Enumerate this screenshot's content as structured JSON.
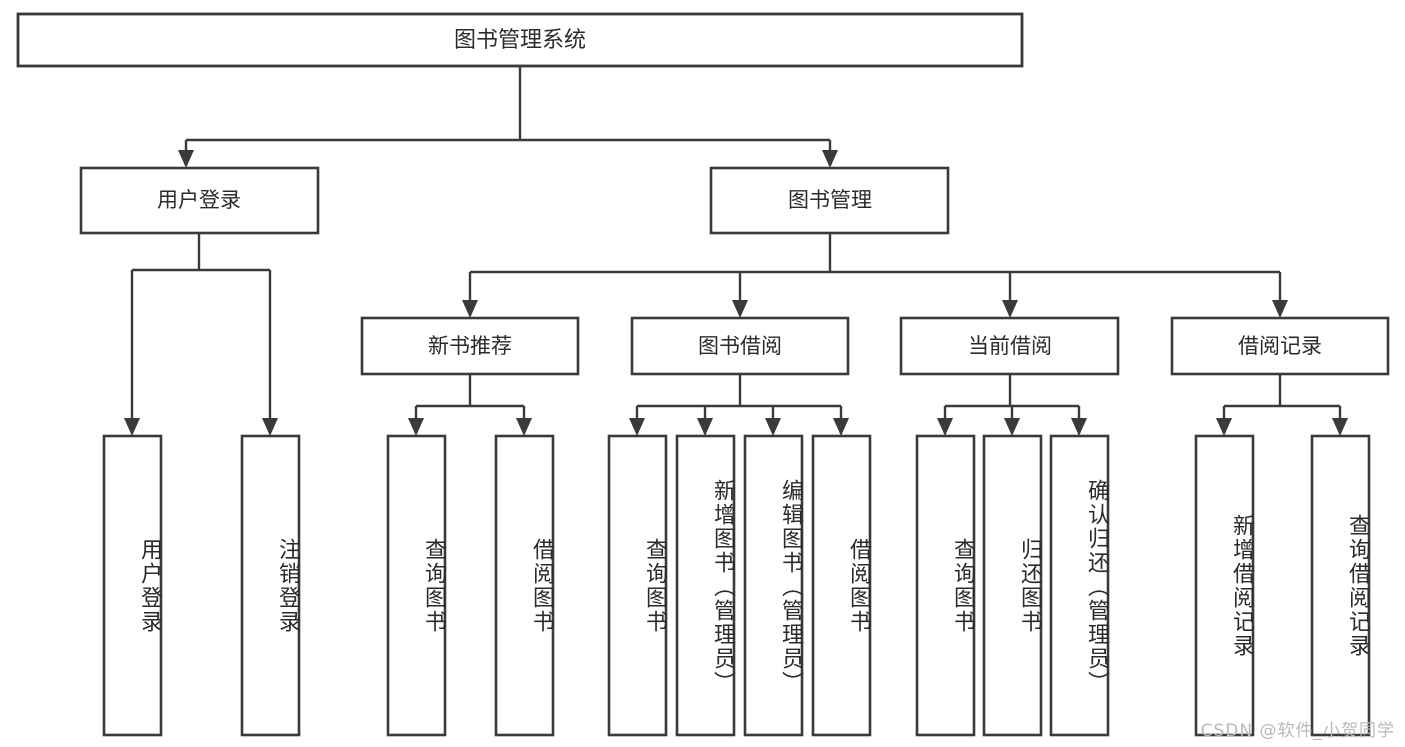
{
  "diagram": {
    "type": "tree",
    "orientation": "top-down",
    "title": "图书管理系统",
    "root": {
      "id": "root",
      "label": "图书管理系统"
    },
    "level2": [
      {
        "id": "user-login",
        "label": "用户登录"
      },
      {
        "id": "book-management",
        "label": "图书管理"
      }
    ],
    "level3": [
      {
        "id": "new-book-recommend",
        "label": "新书推荐",
        "parent": "book-management"
      },
      {
        "id": "book-borrow",
        "label": "图书借阅",
        "parent": "book-management"
      },
      {
        "id": "current-borrow",
        "label": "当前借阅",
        "parent": "book-management"
      },
      {
        "id": "borrow-record",
        "label": "借阅记录",
        "parent": "book-management"
      }
    ],
    "leaves": [
      {
        "id": "leaf-user-login",
        "label": "用户登录",
        "parent": "user-login"
      },
      {
        "id": "leaf-logout",
        "label": "注销登录",
        "parent": "user-login"
      },
      {
        "id": "leaf-query-book-1",
        "label": "查询图书",
        "parent": "new-book-recommend"
      },
      {
        "id": "leaf-borrow-book-1",
        "label": "借阅图书",
        "parent": "new-book-recommend"
      },
      {
        "id": "leaf-query-book-2",
        "label": "查询图书",
        "parent": "book-borrow"
      },
      {
        "id": "leaf-add-book",
        "label": "新增图书（管理员）",
        "parent": "book-borrow"
      },
      {
        "id": "leaf-edit-book",
        "label": "编辑图书（管理员）",
        "parent": "book-borrow"
      },
      {
        "id": "leaf-borrow-book-2",
        "label": "借阅图书",
        "parent": "book-borrow"
      },
      {
        "id": "leaf-query-book-3",
        "label": "查询图书",
        "parent": "current-borrow"
      },
      {
        "id": "leaf-return-book",
        "label": "归还图书",
        "parent": "current-borrow"
      },
      {
        "id": "leaf-confirm-return",
        "label": "确认归还（管理员）",
        "parent": "current-borrow"
      },
      {
        "id": "leaf-add-record",
        "label": "新增借阅记录",
        "parent": "borrow-record"
      },
      {
        "id": "leaf-query-record",
        "label": "查询借阅记录",
        "parent": "borrow-record"
      }
    ],
    "colors": {
      "stroke": "#3a3a3a",
      "box_fill": "#ffffff",
      "text": "#2b2b2b",
      "background": "#ffffff",
      "watermark": "#b9b9b9"
    }
  },
  "watermark": {
    "text": "CSDN @软件_小贺同学"
  }
}
